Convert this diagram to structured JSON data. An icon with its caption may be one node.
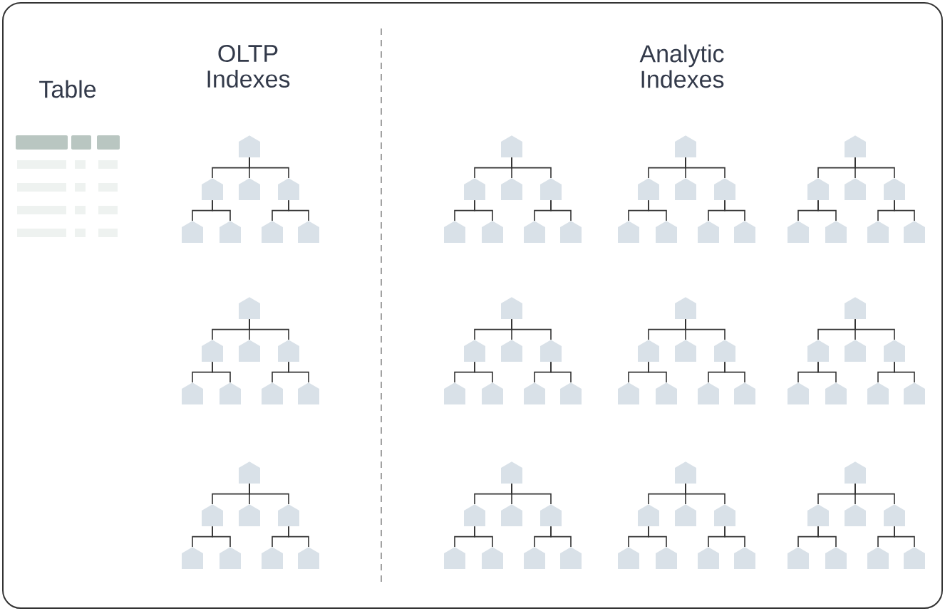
{
  "diagram": {
    "nodes": [
      {
        "text": [],
        "shape": "pentagon"
      },
      {
        "text": [],
        "shape": "pentagon"
      },
      {
        "text": [],
        "shape": "pentagon"
      },
      {
        "text": [],
        "shape": "pentagon"
      },
      {
        "text": [],
        "shape": "pentagon"
      },
      {
        "text": [],
        "shape": "pentagon"
      },
      {
        "text": [],
        "shape": "pentagon"
      },
      {
        "text": [],
        "shape": "pentagon"
      },
      {
        "text": [],
        "shape": "pentagon"
      },
      {
        "text": [],
        "shape": "pentagon"
      },
      {
        "text": [],
        "shape": "pentagon"
      },
      {
        "text": [],
        "shape": "pentagon"
      },
      {
        "text": [],
        "shape": "pentagon"
      },
      {
        "text": [],
        "shape": "pentagon"
      },
      {
        "text": [],
        "shape": "pentagon"
      },
      {
        "text": [],
        "shape": "pentagon"
      },
      {
        "text": [],
        "shape": "pentagon"
      },
      {
        "text": [],
        "shape": "pentagon"
      },
      {
        "text": [],
        "shape": "pentagon"
      },
      {
        "text": [],
        "shape": "pentagon"
      },
      {
        "text": [],
        "shape": "pentagon"
      },
      {
        "text": [],
        "shape": "pentagon"
      },
      {
        "text": [],
        "shape": "pentagon"
      },
      {
        "text": [],
        "shape": "pentagon"
      },
      {
        "text": [],
        "shape": "pentagon"
      },
      {
        "text": [],
        "shape": "pentagon"
      },
      {
        "text": [],
        "shape": "pentagon"
      },
      {
        "text": [],
        "shape": "pentagon"
      },
      {
        "text": [],
        "shape": "pentagon"
      },
      {
        "text": [],
        "shape": "pentagon"
      },
      {
        "text": [],
        "shape": "pentagon"
      },
      {
        "text": [],
        "shape": "pentagon"
      },
      {
        "text": [],
        "shape": "pentagon"
      },
      {
        "text": [],
        "shape": "pentagon"
      },
      {
        "text": [],
        "shape": "pentagon"
      },
      {
        "text": [],
        "shape": "pentagon"
      },
      {
        "text": [],
        "shape": "pentagon"
      },
      {
        "text": [],
        "shape": "pentagon"
      },
      {
        "text": [],
        "shape": "pentagon"
      },
      {
        "text": [],
        "shape": "pentagon"
      },
      {
        "text": [],
        "shape": "pentagon"
      },
      {
        "text": [],
        "shape": "pentagon"
      },
      {
        "text": [],
        "shape": "pentagon"
      },
      {
        "text": [],
        "shape": "pentagon"
      },
      {
        "text": [],
        "shape": "pentagon"
      },
      {
        "text": [],
        "shape": "pentagon"
      },
      {
        "text": [],
        "shape": "pentagon"
      },
      {
        "text": [],
        "shape": "pentagon"
      },
      {
        "text": [],
        "shape": "pentagon"
      },
      {
        "text": [],
        "shape": "pentagon"
      },
      {
        "text": [],
        "shape": "pentagon"
      },
      {
        "text": [],
        "shape": "pentagon"
      },
      {
        "text": [],
        "shape": "pentagon"
      },
      {
        "text": [],
        "shape": "pentagon"
      },
      {
        "text": [],
        "shape": "pentagon"
      },
      {
        "text": [],
        "shape": "pentagon"
      },
      {
        "text": [],
        "shape": "pentagon"
      },
      {
        "text": [],
        "shape": "pentagon"
      },
      {
        "text": [],
        "shape": "pentagon"
      },
      {
        "text": [],
        "shape": "pentagon"
      },
      {
        "text": [],
        "shape": "pentagon"
      },
      {
        "text": [],
        "shape": "pentagon"
      },
      {
        "text": [],
        "shape": "pentagon"
      },
      {
        "text": [],
        "shape": "pentagon"
      },
      {
        "text": [],
        "shape": "pentagon"
      },
      {
        "text": [],
        "shape": "pentagon"
      },
      {
        "text": [],
        "shape": "pentagon"
      },
      {
        "text": [],
        "shape": "pentagon"
      },
      {
        "text": [],
        "shape": "pentagon"
      },
      {
        "text": [],
        "shape": "pentagon"
      },
      {
        "text": [],
        "shape": "pentagon"
      },
      {
        "text": [],
        "shape": "pentagon"
      },
      {
        "text": [],
        "shape": "pentagon"
      },
      {
        "text": [],
        "shape": "pentagon"
      },
      {
        "text": [],
        "shape": "pentagon"
      },
      {
        "text": [],
        "shape": "pentagon"
      },
      {
        "text": [],
        "shape": "pentagon"
      },
      {
        "text": [],
        "shape": "pentagon"
      },
      {
        "text": [],
        "shape": "pentagon"
      },
      {
        "text": [],
        "shape": "pentagon"
      },
      {
        "text": [],
        "shape": "pentagon"
      },
      {
        "text": [],
        "shape": "pentagon"
      },
      {
        "text": [],
        "shape": "pentagon"
      },
      {
        "text": [],
        "shape": "pentagon"
      },
      {
        "text": [],
        "shape": "pentagon"
      },
      {
        "text": [],
        "shape": "pentagon"
      },
      {
        "text": [],
        "shape": "pentagon"
      },
      {
        "text": [],
        "shape": "pentagon"
      },
      {
        "text": [],
        "shape": "pentagon"
      },
      {
        "text": [],
        "shape": "pentagon"
      },
      {
        "text": [],
        "shape": "pentagon"
      },
      {
        "text": [],
        "shape": "pentagon"
      },
      {
        "text": [],
        "shape": "pentagon"
      },
      {
        "text": [],
        "shape": "pentagon"
      },
      {
        "text": [],
        "shape": "pentagon"
      },
      {
        "text": [],
        "shape": "pentagon"
      }
    ],
    "edges": [
      {
        "from": 0,
        "to": 1,
        "arrow": "none"
      },
      {
        "from": 0,
        "to": 2,
        "arrow": "none"
      },
      {
        "from": 0,
        "to": 3,
        "arrow": "none"
      },
      {
        "from": 1,
        "to": 4,
        "arrow": "none"
      },
      {
        "from": 1,
        "to": 5,
        "arrow": "none"
      },
      {
        "from": 3,
        "to": 6,
        "arrow": "none"
      },
      {
        "from": 3,
        "to": 7,
        "arrow": "none"
      },
      {
        "from": 8,
        "to": 9,
        "arrow": "none"
      },
      {
        "from": 8,
        "to": 10,
        "arrow": "none"
      },
      {
        "from": 8,
        "to": 11,
        "arrow": "none"
      },
      {
        "from": 9,
        "to": 12,
        "arrow": "none"
      },
      {
        "from": 9,
        "to": 13,
        "arrow": "none"
      },
      {
        "from": 11,
        "to": 14,
        "arrow": "none"
      },
      {
        "from": 11,
        "to": 15,
        "arrow": "none"
      },
      {
        "from": 16,
        "to": 17,
        "arrow": "none"
      },
      {
        "from": 16,
        "to": 18,
        "arrow": "none"
      },
      {
        "from": 16,
        "to": 19,
        "arrow": "none"
      },
      {
        "from": 17,
        "to": 20,
        "arrow": "none"
      },
      {
        "from": 17,
        "to": 21,
        "arrow": "none"
      },
      {
        "from": 19,
        "to": 22,
        "arrow": "none"
      },
      {
        "from": 19,
        "to": 23,
        "arrow": "none"
      },
      {
        "from": 24,
        "to": 25,
        "arrow": "none"
      },
      {
        "from": 24,
        "to": 26,
        "arrow": "none"
      },
      {
        "from": 24,
        "to": 27,
        "arrow": "none"
      },
      {
        "from": 25,
        "to": 28,
        "arrow": "none"
      },
      {
        "from": 25,
        "to": 29,
        "arrow": "none"
      },
      {
        "from": 27,
        "to": 30,
        "arrow": "none"
      },
      {
        "from": 27,
        "to": 31,
        "arrow": "none"
      },
      {
        "from": 32,
        "to": 33,
        "arrow": "none"
      },
      {
        "from": 32,
        "to": 34,
        "arrow": "none"
      },
      {
        "from": 32,
        "to": 35,
        "arrow": "none"
      },
      {
        "from": 33,
        "to": 36,
        "arrow": "none"
      },
      {
        "from": 33,
        "to": 37,
        "arrow": "none"
      },
      {
        "from": 35,
        "to": 38,
        "arrow": "none"
      },
      {
        "from": 35,
        "to": 39,
        "arrow": "none"
      },
      {
        "from": 40,
        "to": 41,
        "arrow": "none"
      },
      {
        "from": 40,
        "to": 42,
        "arrow": "none"
      },
      {
        "from": 40,
        "to": 43,
        "arrow": "none"
      },
      {
        "from": 41,
        "to": 44,
        "arrow": "none"
      },
      {
        "from": 41,
        "to": 45,
        "arrow": "none"
      },
      {
        "from": 43,
        "to": 46,
        "arrow": "none"
      },
      {
        "from": 43,
        "to": 47,
        "arrow": "none"
      },
      {
        "from": 48,
        "to": 49,
        "arrow": "none"
      },
      {
        "from": 48,
        "to": 50,
        "arrow": "none"
      },
      {
        "from": 48,
        "to": 51,
        "arrow": "none"
      },
      {
        "from": 49,
        "to": 52,
        "arrow": "none"
      },
      {
        "from": 49,
        "to": 53,
        "arrow": "none"
      },
      {
        "from": 51,
        "to": 54,
        "arrow": "none"
      },
      {
        "from": 51,
        "to": 55,
        "arrow": "none"
      },
      {
        "from": 56,
        "to": 57,
        "arrow": "none"
      },
      {
        "from": 56,
        "to": 58,
        "arrow": "none"
      },
      {
        "from": 56,
        "to": 59,
        "arrow": "none"
      },
      {
        "from": 57,
        "to": 60,
        "arrow": "none"
      },
      {
        "from": 57,
        "to": 61,
        "arrow": "none"
      },
      {
        "from": 59,
        "to": 62,
        "arrow": "none"
      },
      {
        "from": 59,
        "to": 63,
        "arrow": "none"
      },
      {
        "from": 64,
        "to": 65,
        "arrow": "none"
      },
      {
        "from": 64,
        "to": 66,
        "arrow": "none"
      },
      {
        "from": 64,
        "to": 67,
        "arrow": "none"
      },
      {
        "from": 65,
        "to": 68,
        "arrow": "none"
      },
      {
        "from": 65,
        "to": 69,
        "arrow": "none"
      },
      {
        "from": 67,
        "to": 70,
        "arrow": "none"
      },
      {
        "from": 67,
        "to": 71,
        "arrow": "none"
      },
      {
        "from": 72,
        "to": 73,
        "arrow": "none"
      },
      {
        "from": 72,
        "to": 74,
        "arrow": "none"
      },
      {
        "from": 72,
        "to": 75,
        "arrow": "none"
      },
      {
        "from": 73,
        "to": 76,
        "arrow": "none"
      },
      {
        "from": 73,
        "to": 77,
        "arrow": "none"
      },
      {
        "from": 75,
        "to": 78,
        "arrow": "none"
      },
      {
        "from": 75,
        "to": 79,
        "arrow": "none"
      },
      {
        "from": 80,
        "to": 81,
        "arrow": "none"
      },
      {
        "from": 80,
        "to": 82,
        "arrow": "none"
      },
      {
        "from": 80,
        "to": 83,
        "arrow": "none"
      },
      {
        "from": 81,
        "to": 84,
        "arrow": "none"
      },
      {
        "from": 81,
        "to": 85,
        "arrow": "none"
      },
      {
        "from": 83,
        "to": 86,
        "arrow": "none"
      },
      {
        "from": 83,
        "to": 87,
        "arrow": "none"
      },
      {
        "from": 88,
        "to": 89,
        "arrow": "none"
      },
      {
        "from": 88,
        "to": 90,
        "arrow": "none"
      },
      {
        "from": 88,
        "to": 91,
        "arrow": "none"
      },
      {
        "from": 89,
        "to": 92,
        "arrow": "none"
      },
      {
        "from": 89,
        "to": 93,
        "arrow": "none"
      },
      {
        "from": 91,
        "to": 94,
        "arrow": "none"
      },
      {
        "from": 91,
        "to": 95,
        "arrow": "none"
      }
    ],
    "labels": [
      "Table",
      "OLTP Indexes",
      "Analytic Indexes"
    ]
  }
}
